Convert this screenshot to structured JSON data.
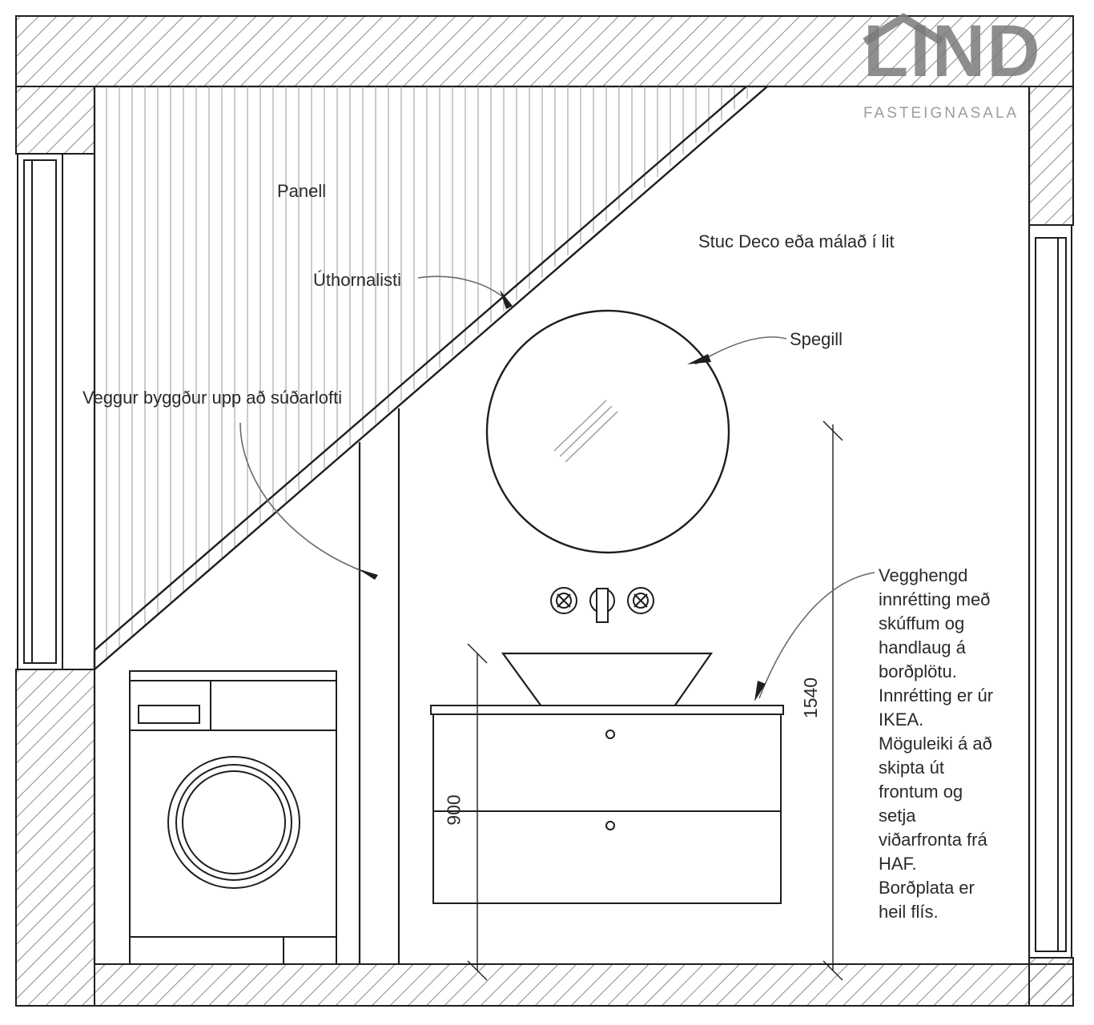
{
  "labels": {
    "panel": "Panell",
    "corner_trim": "Úthornalisti",
    "wall_finish": "Stuc Deco eða málað í lit",
    "mirror": "Spegill",
    "built_wall": "Veggur byggður upp að súðarlofti"
  },
  "cabinet_note": [
    "Vegghengd",
    "innrétting með",
    "skúffum og",
    "handlaug á",
    "borðplötu.",
    "Innrétting er úr",
    "IKEA.",
    "Möguleiki á að",
    "skipta út",
    "frontum og",
    "setja",
    "viðarfronta frá",
    "HAF.",
    "Borðplata er",
    "heil flís."
  ],
  "dimensions": {
    "cabinet_height": "900",
    "mirror_height": "1540"
  },
  "logo": {
    "word": "LIND",
    "subtitle": "FASTEIGNASALA"
  },
  "colors": {
    "line": "#1e1e1e",
    "hatch": "#6e6e6e",
    "logo": "#7b7b7b"
  }
}
